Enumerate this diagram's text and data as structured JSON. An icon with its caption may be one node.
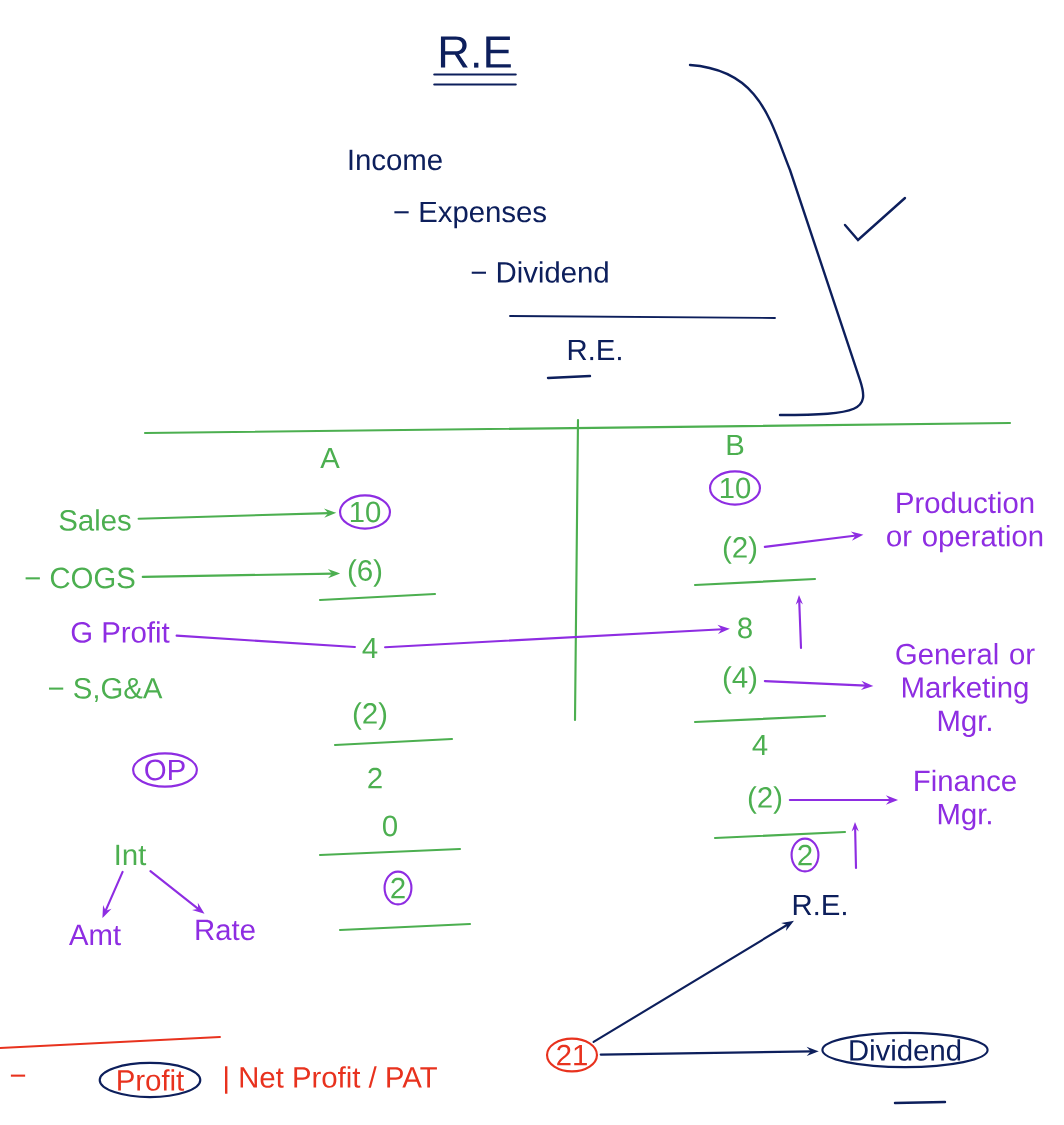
{
  "diagram": {
    "title": "R.E",
    "nodes": [
      {
        "text": [
          "Sales"
        ]
      },
      {
        "text": [
          "− COGS"
        ]
      },
      {
        "text": [
          "G Profit"
        ]
      },
      {
        "text": [
          "− S,G&A"
        ]
      },
      {
        "text": [
          "OP"
        ]
      },
      {
        "text": [
          "Int"
        ]
      },
      {
        "text": [
          "Amt"
        ]
      },
      {
        "text": [
          "Rate"
        ]
      },
      {
        "text": [
          "10"
        ]
      },
      {
        "text": [
          "(6)"
        ]
      },
      {
        "text": [
          "4"
        ]
      },
      {
        "text": [
          "(2)"
        ]
      },
      {
        "text": [
          "2"
        ]
      },
      {
        "text": [
          "0"
        ]
      },
      {
        "text": [
          "2"
        ]
      },
      {
        "text": [
          "10"
        ]
      },
      {
        "text": [
          "(2)"
        ]
      },
      {
        "text": [
          "8"
        ]
      },
      {
        "text": [
          "(4)"
        ]
      },
      {
        "text": [
          "4"
        ]
      },
      {
        "text": [
          "(2)"
        ]
      },
      {
        "text": [
          "2"
        ]
      },
      {
        "text": [
          "Production or operation"
        ]
      },
      {
        "text": [
          "General or Marketing Mgr."
        ]
      },
      {
        "text": [
          "Finance Mgr."
        ]
      },
      {
        "text": [
          "R.E."
        ]
      },
      {
        "text": [
          "Profit"
        ]
      },
      {
        "text": [
          "21"
        ]
      },
      {
        "text": [
          "Dividend"
        ]
      }
    ],
    "edges": [
      {
        "from": 0,
        "to": 8,
        "arrow": "to",
        "color": "#4caf50"
      },
      {
        "from": 1,
        "to": 9,
        "arrow": "to",
        "color": "#4caf50"
      },
      {
        "from": 2,
        "to": 10,
        "arrow": "none"
      },
      {
        "from": 5,
        "to": 6,
        "arrow": "to"
      },
      {
        "from": 5,
        "to": 7,
        "arrow": "to"
      },
      {
        "from": 10,
        "to": 17,
        "arrow": "to"
      },
      {
        "from": 16,
        "to": 22,
        "arrow": "to"
      },
      {
        "from": 18,
        "to": 23,
        "arrow": "to"
      },
      {
        "from": 20,
        "to": 24,
        "arrow": "to"
      },
      {
        "from": 27,
        "to": 25,
        "arrow": "to",
        "color": "#0d1f5c"
      },
      {
        "from": 27,
        "to": 28,
        "arrow": "to",
        "color": "#0d1f5c"
      }
    ],
    "labels": [
      "Income",
      "− Expenses",
      "− Dividend",
      "R.E.",
      "A",
      "B",
      "−",
      "| Net Profit / PAT"
    ]
  }
}
